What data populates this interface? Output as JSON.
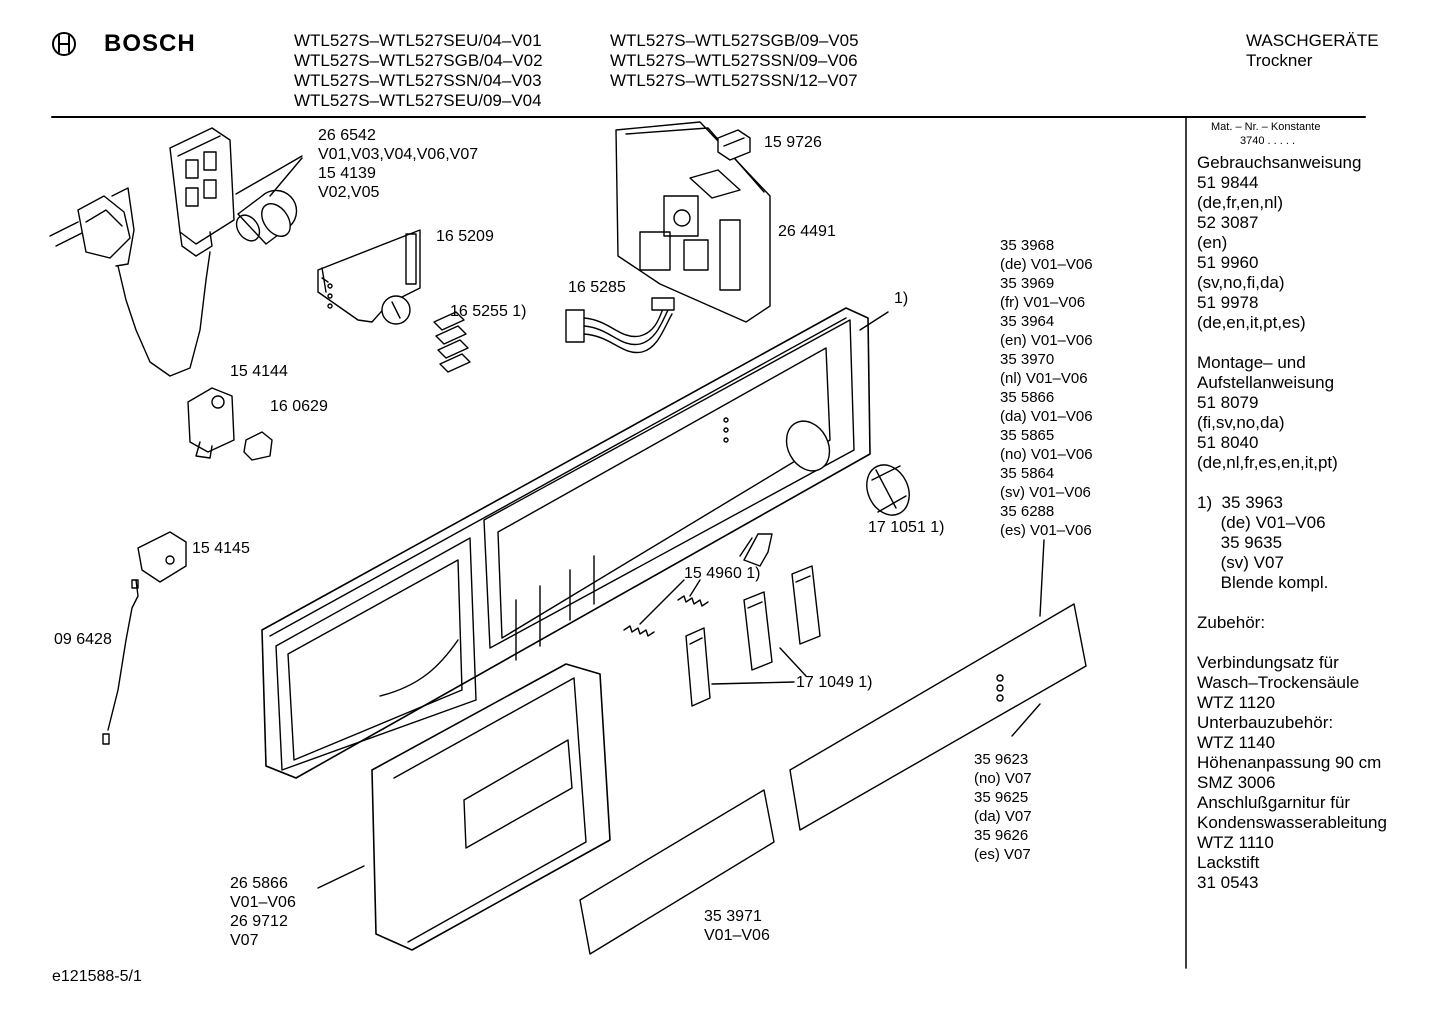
{
  "header": {
    "brand": "BOSCH",
    "models_col1": [
      "WTL527S–WTL527SEU/04–V01",
      "WTL527S–WTL527SGB/04–V02",
      "WTL527S–WTL527SSN/04–V03",
      "WTL527S–WTL527SEU/09–V04"
    ],
    "models_col2": [
      "WTL527S–WTL527SGB/09–V05",
      "WTL527S–WTL527SSN/09–V06",
      "WTL527S–WTL527SSN/12–V07"
    ],
    "category": "WASCHGERÄTE",
    "subcategory": "Trockner"
  },
  "parts": {
    "p266542": [
      "26 6542",
      "V01,V03,V04,V06,V07",
      "15 4139",
      "V02,V05"
    ],
    "p159726": "15 9726",
    "p264491": "26 4491",
    "p165209": "16 5209",
    "p165285": "16 5285",
    "p165255": "16 5255 1)",
    "p1": "1)",
    "p154144": "15 4144",
    "p160629": "16 0629",
    "p171051": "17 1051 1)",
    "p154145": "15 4145",
    "p154960": "15 4960 1)",
    "p096428": "09 6428",
    "p171049": "17 1049 1)",
    "lang_list": [
      "35 3968",
      "(de)  V01–V06",
      "35 3969",
      "(fr)  V01–V06",
      "35 3964",
      "(en)  V01–V06",
      "35 3970",
      "(nl)  V01–V06",
      "35 5866",
      "(da) V01–V06",
      "35 5865",
      "(no) V01–V06",
      "35 5864",
      "(sv) V01–V06",
      "35 6288",
      "(es) V01–V06"
    ],
    "p359623": [
      "35 9623",
      "(no) V07",
      "35 9625",
      "(da) V07",
      "35 9626",
      "(es) V07"
    ],
    "p265866": [
      "26 5866",
      "V01–V06",
      "26 9712",
      "V07"
    ],
    "p353971": [
      "35 3971",
      "V01–V06"
    ]
  },
  "sidebar": {
    "mat_label": "Mat. – Nr. – Konstante",
    "mat_value": "3740  .   .   .   .   .",
    "lines": [
      "Gebrauchsanweisung",
      "51 9844",
      "(de,fr,en,nl)",
      "52 3087",
      "(en)",
      "51 9960",
      "(sv,no,fi,da)",
      "51 9978",
      "(de,en,it,pt,es)",
      "",
      "Montage– und",
      "Aufstellanweisung",
      "51 8079",
      "(fi,sv,no,da)",
      "51 8040",
      "(de,nl,fr,es,en,it,pt)",
      "",
      "1)  35 3963",
      "     (de) V01–V06",
      "     35 9635",
      "     (sv) V07",
      "     Blende kompl.",
      "",
      "Zubehör:",
      "",
      "Verbindungsatz für",
      "Wasch–Trockensäule",
      "WTZ 1120",
      "Unterbauzubehör:",
      "WTZ 1140",
      "Höhenanpassung 90 cm",
      "SMZ 3006",
      "Anschlußgarnitur für",
      "Kondenswasserableitung",
      "WTZ 1110",
      "Lackstift",
      "31 0543"
    ]
  },
  "footer": {
    "code": "e121588-5/1"
  }
}
